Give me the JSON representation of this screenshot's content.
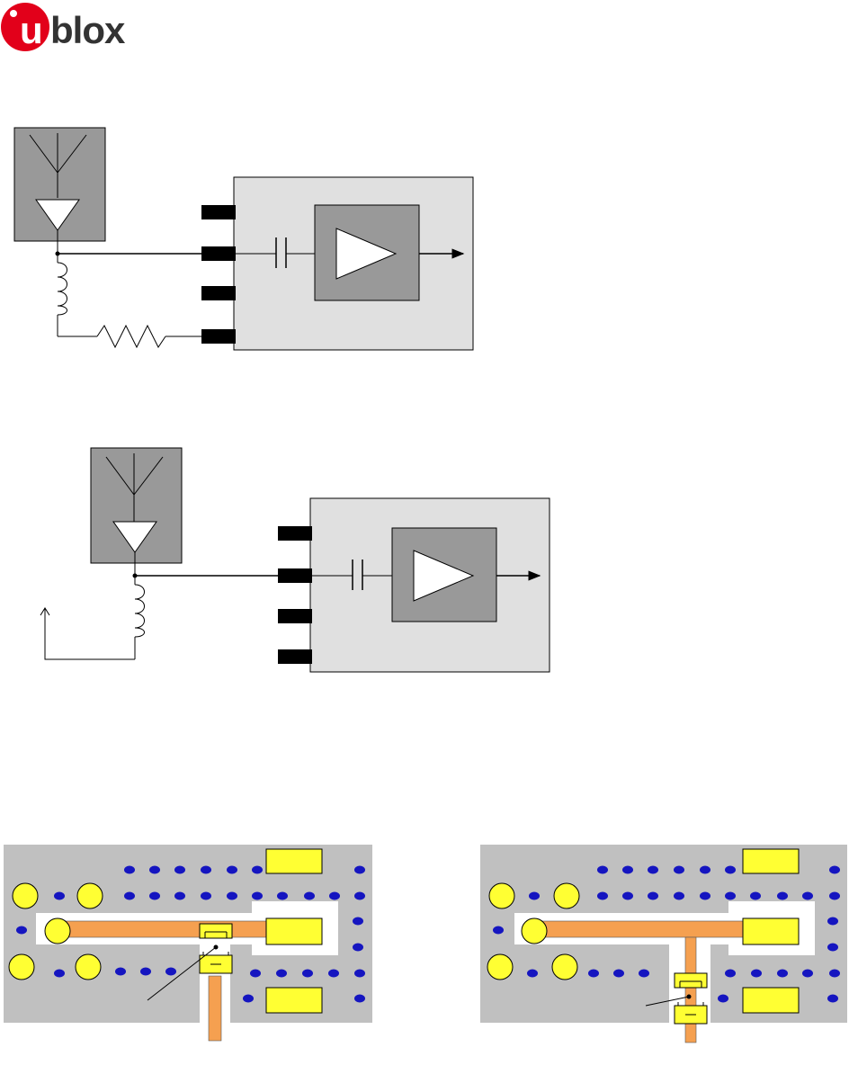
{
  "logo": {
    "u": "u",
    "text": "blox",
    "brand_color": "#e2001a"
  },
  "colors": {
    "module_bg": "#e0e0e0",
    "lna_box": "#999999",
    "antenna_box": "#999999",
    "pcb_bg": "#c0c0c0",
    "trace": "#f5a050",
    "pad": "#ffff33",
    "via": "#1515c0"
  },
  "diagrams": [
    {
      "name": "active-antenna-supply-with-resistor"
    },
    {
      "name": "active-antenna-external-supply"
    }
  ],
  "layouts": [
    {
      "name": "pcb-layout-bias-tee-close-to-pad"
    },
    {
      "name": "pcb-layout-bias-tee-stub"
    }
  ]
}
